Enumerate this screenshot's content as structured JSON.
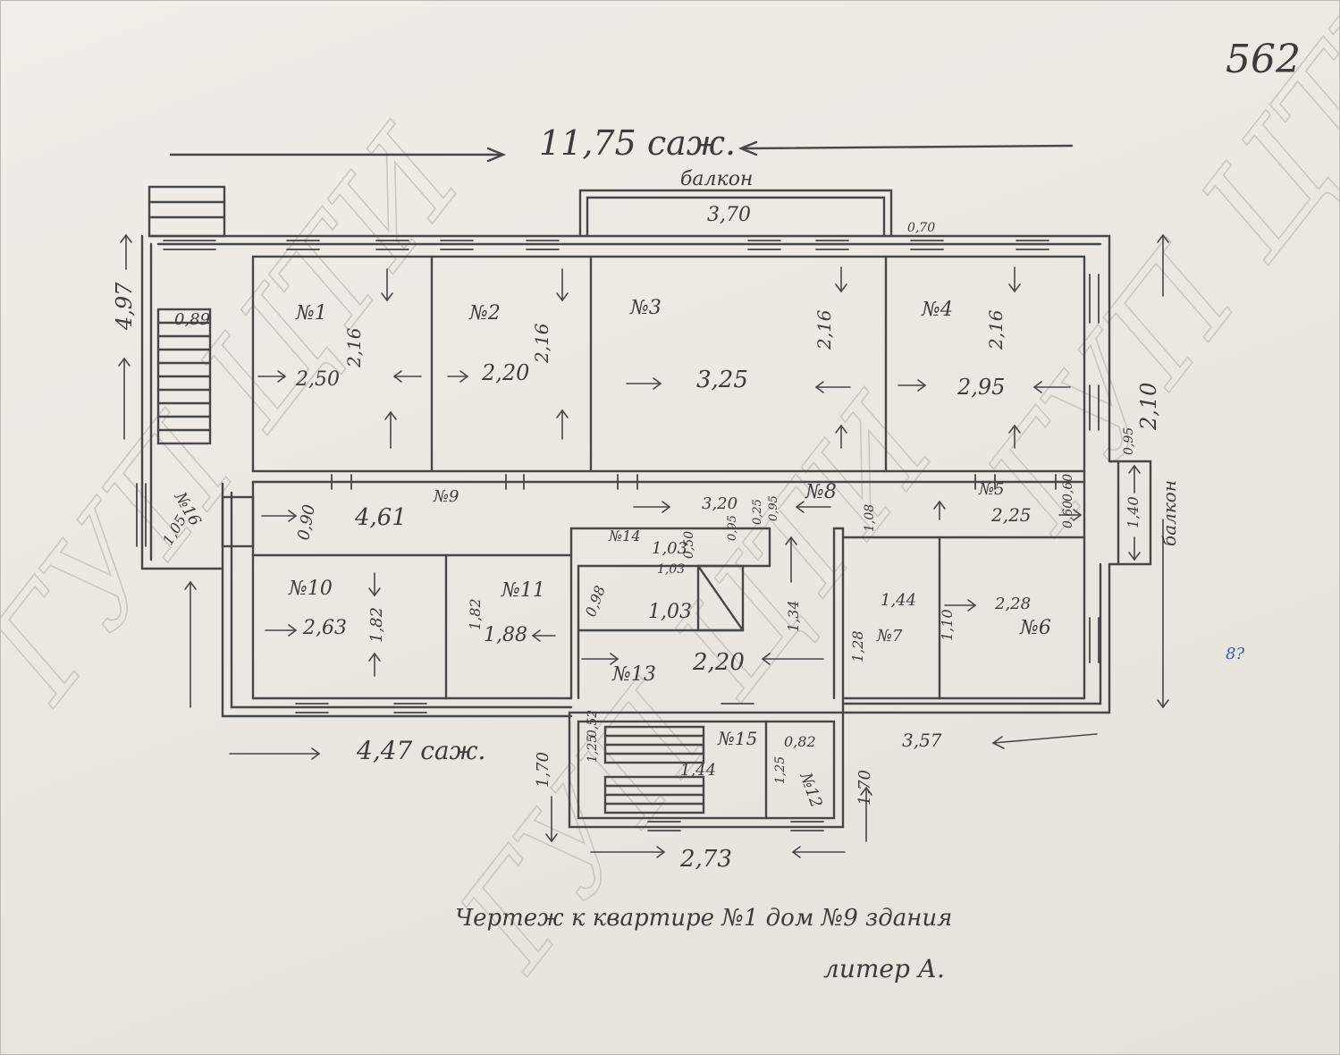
{
  "sheet_number": "562",
  "watermark": "ГУП ЦТИ",
  "overall": {
    "length": "11,75 саж.",
    "balcony_top": "балкон",
    "balcony_width": "3,70",
    "balcony_depth": "0,70"
  },
  "rooms": [
    {
      "id": "№1",
      "width": "2,50",
      "depth": "2,16"
    },
    {
      "id": "№2",
      "width": "2,20",
      "depth": "2,16"
    },
    {
      "id": "№3",
      "width": "3,25",
      "depth": "2,16"
    },
    {
      "id": "№4",
      "width": "2,95",
      "depth": "2,16"
    },
    {
      "id": "№5",
      "width": "2,25",
      "depth": "0,60"
    },
    {
      "id": "№6",
      "width": "2,28",
      "depth": "1,10"
    },
    {
      "id": "№7",
      "width": "1,44",
      "depth": "1,28"
    },
    {
      "id": "№8",
      "width": "3,20",
      "depth": "0,95"
    },
    {
      "id": "№9",
      "width": "4,61",
      "depth": "0,90"
    },
    {
      "id": "№10",
      "width": "2,63",
      "depth": "1,82"
    },
    {
      "id": "№11",
      "width": "1,88",
      "depth": "1,82"
    },
    {
      "id": "№12",
      "width": "0,82",
      "depth": "1,25"
    },
    {
      "id": "№13",
      "width": "2,20",
      "depth": "1,34"
    },
    {
      "id": "№14",
      "width": "1,03",
      "depth": "0,50"
    },
    {
      "id": "№15",
      "width": "1,44",
      "depth": "1,25"
    },
    {
      "id": "№16",
      "width": "",
      "depth": "1,05"
    }
  ],
  "dims": {
    "left_side": "4,97",
    "stair_w": "0,89",
    "right_side": "2,10",
    "right_balcony_w": "0,95",
    "right_balcony_d": "1,40",
    "right_balcony_label": "балкон",
    "bottom_left": "4,47 саж.",
    "bottom_right": "3,57",
    "stair_wing": "2,73",
    "stair_wing_depth_l": "1,70",
    "stair_wing_depth_r": "1,70",
    "room13_depth": "0,98",
    "room13_mid": "1,03",
    "room14_depth": "1,03",
    "stairs_hall_depth": "0,25",
    "room8_depth": "0,95",
    "room7_depth": "1,08",
    "room6_depth": "0,60",
    "room15_depth": "0,52"
  },
  "caption": {
    "line1": "Чертеж к квартире №1 дом №9 здания",
    "line2": "литер А."
  },
  "pencil_note": "8?",
  "colors": {
    "pencil": "#3c3c3c",
    "paper": "#ebe9e2",
    "blue_note": "#3a5fa8",
    "watermark": "#c9c7c0"
  }
}
